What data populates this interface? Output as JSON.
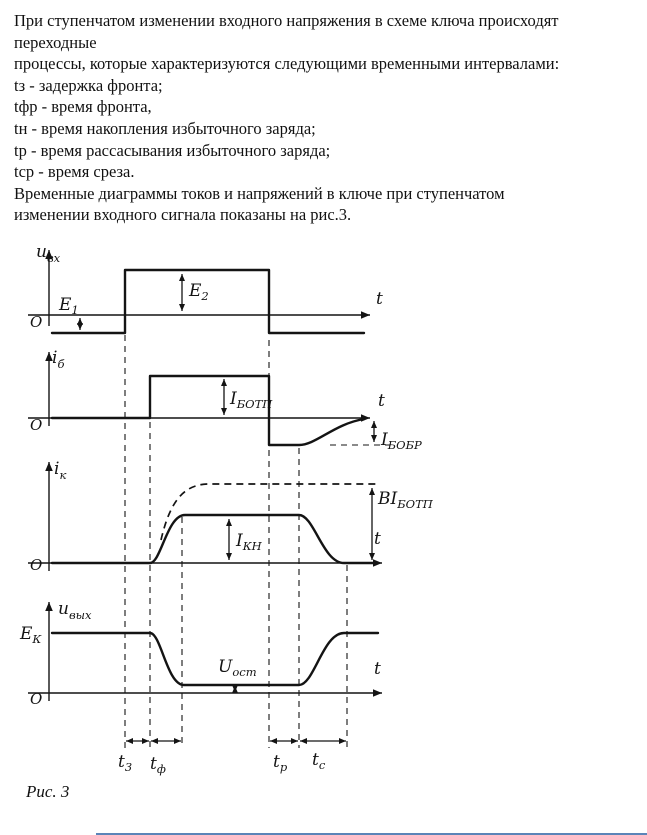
{
  "doc": {
    "lines": [
      "При ступенчатом изменении входного напряжения в схеме ключа происходят",
      "переходные",
      "процессы, которые характеризуются следующими временными интервалами:",
      "tз - задержка фронта;",
      "tфр - время фронта,",
      "tн - время накопления избыточного заряда;",
      "tр - время рассасывания избыточного заряда;",
      "tср - время среза.",
      "Временные диаграммы токов и напряжений в ключе при ступенчатом",
      "изменении входного сигнала показаны на рис.3."
    ],
    "caption": "Рис. 3"
  },
  "figure": {
    "ink": "#141414",
    "d1": {
      "name_main": "u",
      "name_sub": "вх",
      "e1_main": "E",
      "e1_sub": "1",
      "e2_main": "E",
      "e2_sub": "2",
      "origin": "O",
      "t": "t"
    },
    "d2": {
      "name_main": "i",
      "name_sub": "б",
      "ion_main": "I",
      "ion_sub": "БОТП",
      "ioff_main": "I",
      "ioff_sub": "БОБР",
      "origin": "O",
      "t": "t"
    },
    "d3": {
      "name_main": "i",
      "name_sub": "к",
      "isat_main": "I",
      "isat_sub": "КН",
      "iover_main": "BI",
      "iover_sub": "БОТП",
      "origin": "O",
      "t": "t"
    },
    "d4": {
      "name_main": "u",
      "name_sub": "вых",
      "ek_main": "E",
      "ek_sub": "К",
      "uost_main": "U",
      "uost_sub": "ост",
      "origin": "O",
      "t": "t"
    },
    "intervals": {
      "t3_main": "t",
      "t3_sub": "3",
      "tf_main": "t",
      "tf_sub": "ф",
      "tp_main": "t",
      "tp_sub": "р",
      "tc_main": "t",
      "tc_sub": "с"
    }
  }
}
